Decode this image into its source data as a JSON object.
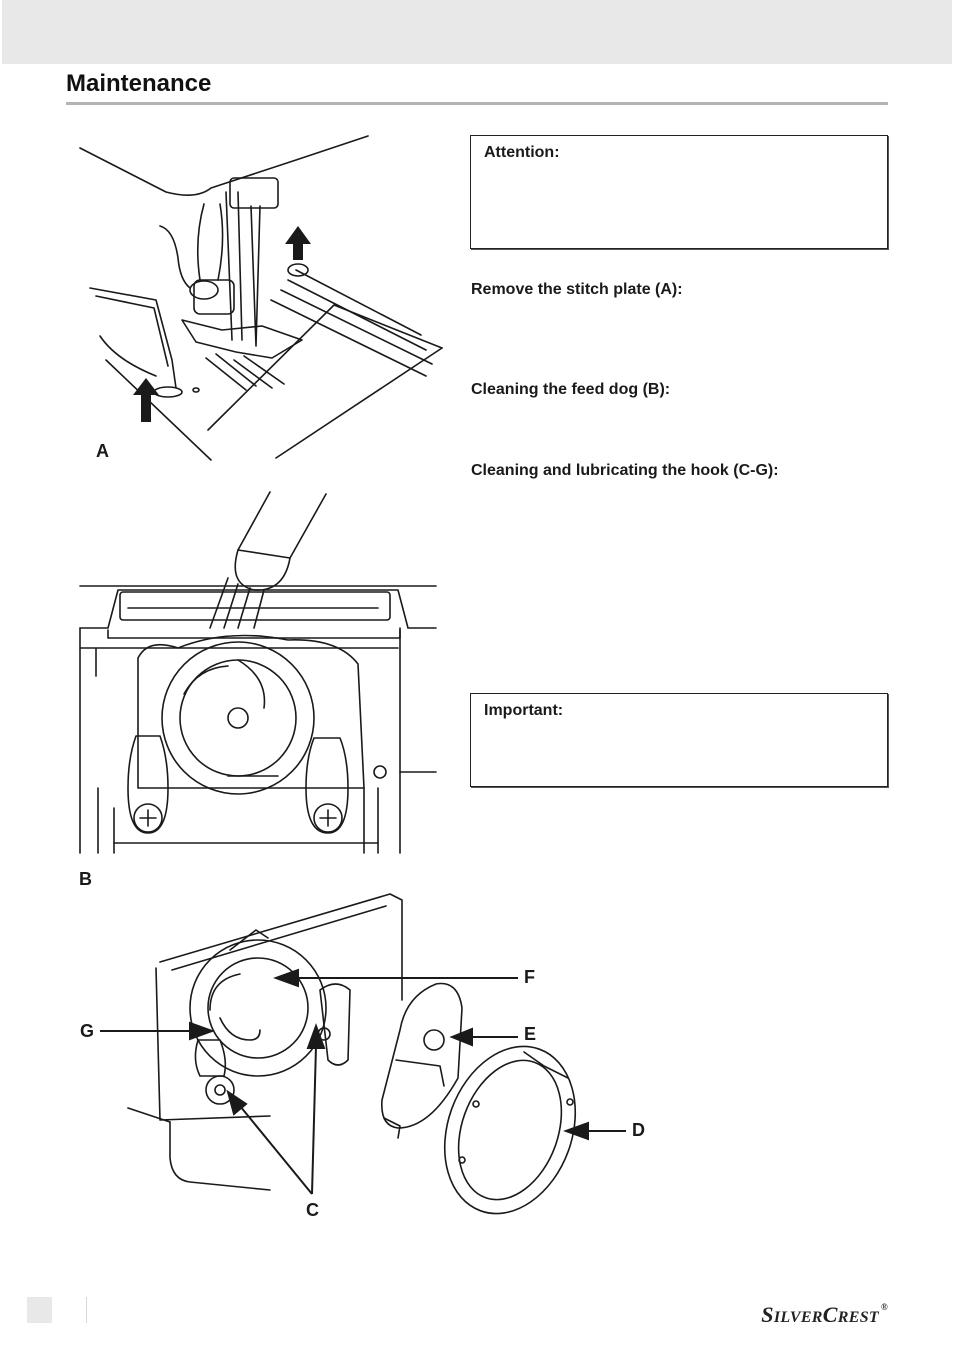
{
  "header": {
    "title": "Maintenance"
  },
  "notes": {
    "attention_label": "Attention:",
    "important_label": "Important:"
  },
  "sections": {
    "stitch_plate": "Remove the stitch plate (A):",
    "feed_dog": "Cleaning the feed dog (B):",
    "hook": "Cleaning and lubricating the hook (C-G):"
  },
  "figure_labels": {
    "a": "A",
    "b": "B",
    "c": "C",
    "d": "D",
    "e": "E",
    "f": "F",
    "g": "G"
  },
  "footer": {
    "brand_s": "S",
    "brand_ilver": "ILVER",
    "brand_c": "C",
    "brand_rest": "REST",
    "brand_reg": "®"
  }
}
